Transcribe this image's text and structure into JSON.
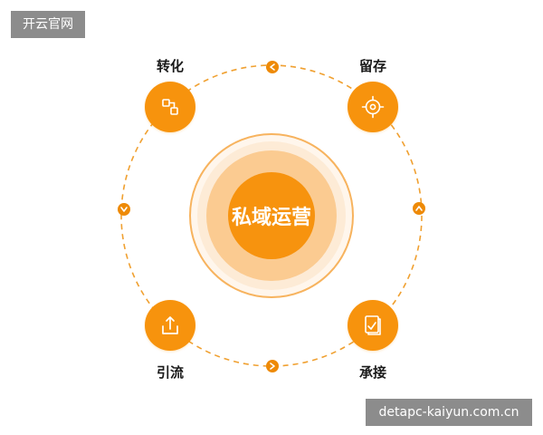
{
  "watermark": {
    "top_left": "开云官网",
    "bottom_right": "detapc-kaiyun.com.cn"
  },
  "diagram": {
    "center_label": "私域运营",
    "nodes": [
      {
        "label": "转化",
        "icon": "flow-icon"
      },
      {
        "label": "留存",
        "icon": "target-icon"
      },
      {
        "label": "引流",
        "icon": "upload-icon"
      },
      {
        "label": "承接",
        "icon": "checklist-icon"
      }
    ],
    "connectors": [
      "chevron-left-icon",
      "chevron-up-icon",
      "chevron-right-icon",
      "chevron-down-icon"
    ],
    "colors": {
      "accent": "#F7930E",
      "accent_dark": "#EE8A06",
      "ring_mid": "#FBCB91",
      "ring_outer": "#FDEBD6",
      "dash": "#F0A030",
      "label_text": "#1a1a1a"
    }
  }
}
